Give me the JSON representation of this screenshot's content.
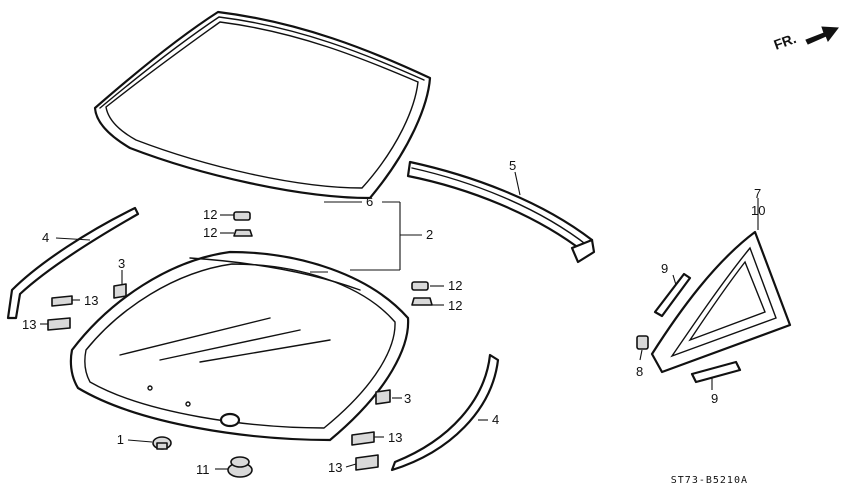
{
  "direction": {
    "label": "FR.",
    "icon": "arrow-right-icon"
  },
  "diagram_code": "ST73-B5210A",
  "callouts": {
    "p1": "1",
    "p2": "2",
    "p3a": "3",
    "p3b": "3",
    "p4a": "4",
    "p4b": "4",
    "p5": "5",
    "p6": "6",
    "p7": "7",
    "p8": "8",
    "p9a": "9",
    "p9b": "9",
    "p10": "10",
    "p11": "11",
    "p12a": "12",
    "p12b": "12",
    "p12c": "12",
    "p12d": "12",
    "p13a": "13",
    "p13b": "13",
    "p13c": "13",
    "p13d": "13"
  }
}
